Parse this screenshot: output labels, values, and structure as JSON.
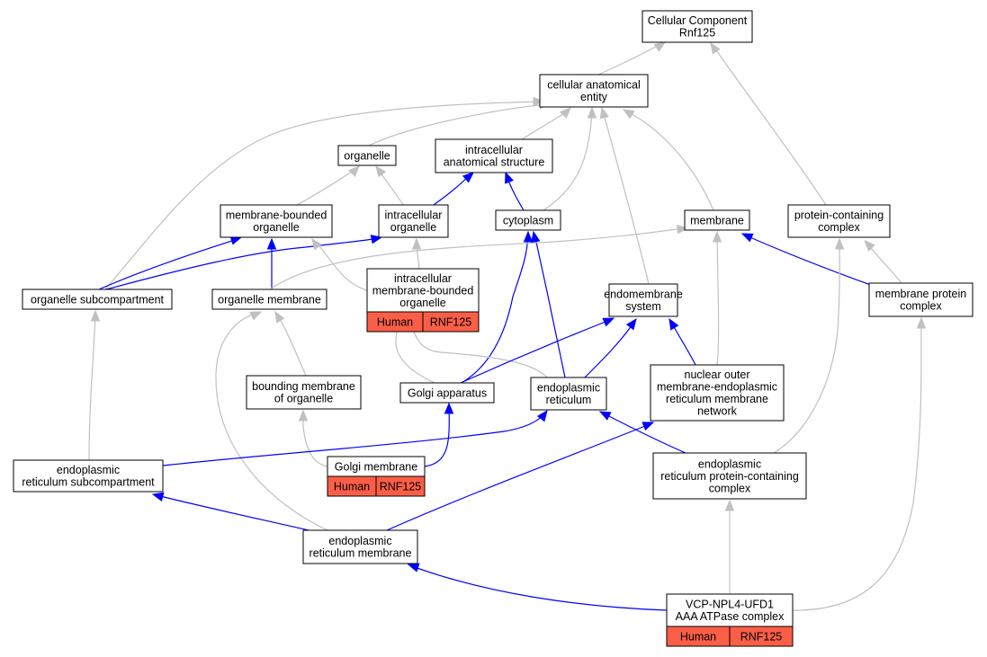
{
  "colors": {
    "regulates_edge": "#0000ff",
    "is_a_edge": "#c0c0c0",
    "annotation_fill": "#fb5e47"
  },
  "nodes": {
    "cc_root": [
      "Cellular Component",
      "Rnf125"
    ],
    "cellular_anatomical_entity": [
      "cellular anatomical",
      "entity"
    ],
    "organelle": [
      "organelle"
    ],
    "intracellular_anatomical_structure": [
      "intracellular",
      "anatomical structure"
    ],
    "membrane_bounded_organelle": [
      "membrane-bounded",
      "organelle"
    ],
    "intracellular_organelle": [
      "intracellular",
      "organelle"
    ],
    "cytoplasm": [
      "cytoplasm"
    ],
    "membrane": [
      "membrane"
    ],
    "protein_containing_complex": [
      "protein-containing",
      "complex"
    ],
    "organelle_subcompartment": [
      "organelle subcompartment"
    ],
    "organelle_membrane": [
      "organelle membrane"
    ],
    "intracellular_membrane_bounded_organelle": [
      "intracellular",
      "membrane-bounded",
      "organelle"
    ],
    "endomembrane_system": [
      "endomembrane",
      "system"
    ],
    "membrane_protein_complex": [
      "membrane protein",
      "complex"
    ],
    "bounding_membrane": [
      "bounding membrane",
      "of organelle"
    ],
    "golgi_apparatus": [
      "Golgi apparatus"
    ],
    "endoplasmic_reticulum": [
      "endoplasmic",
      "reticulum"
    ],
    "nuclear_outer_membrane": [
      "nuclear outer",
      "membrane-endoplasmic",
      "reticulum membrane",
      "network"
    ],
    "er_subcompartment": [
      "endoplasmic",
      "reticulum subcompartment"
    ],
    "golgi_membrane": [
      "Golgi membrane"
    ],
    "er_protein_complex": [
      "endoplasmic",
      "reticulum protein-containing",
      "complex"
    ],
    "er_membrane": [
      "endoplasmic",
      "reticulum membrane"
    ],
    "vcp_complex": [
      "VCP-NPL4-UFD1",
      "AAA ATPase complex"
    ]
  },
  "annotations": {
    "intracellular_membrane_bounded_organelle": [
      "Human",
      "RNF125"
    ],
    "golgi_membrane": [
      "Human",
      "RNF125"
    ],
    "vcp_complex": [
      "Human",
      "RNF125"
    ]
  }
}
